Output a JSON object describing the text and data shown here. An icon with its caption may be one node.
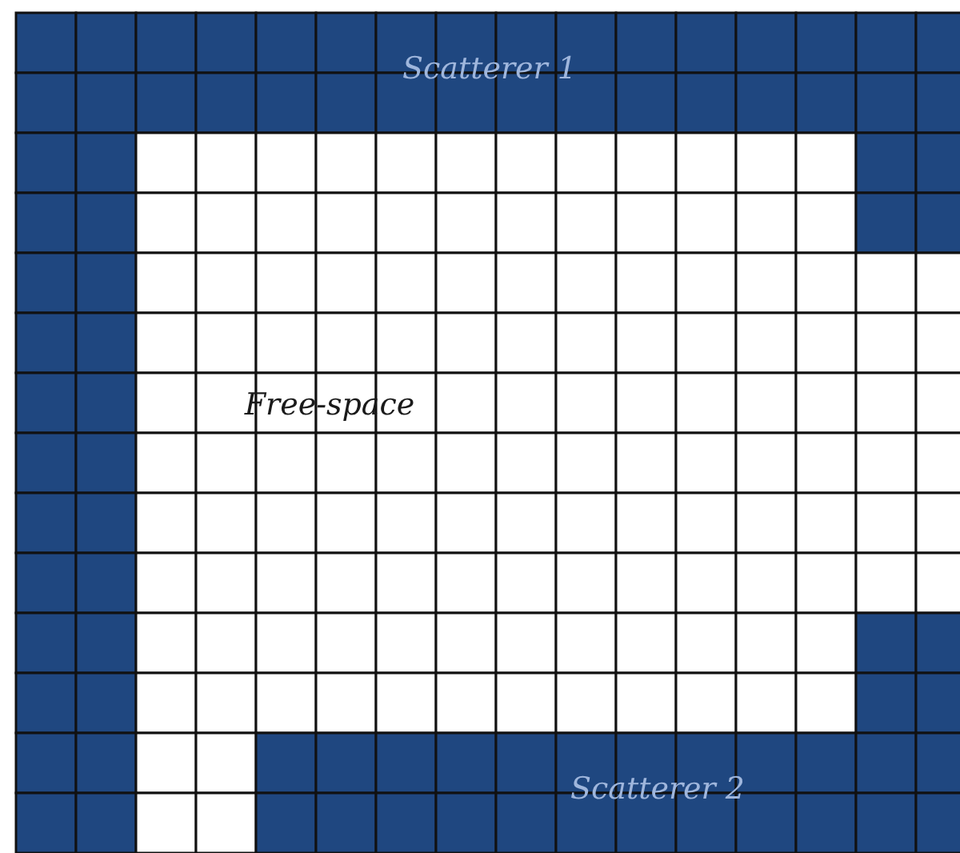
{
  "diagram": {
    "labels": [
      "Scatterer 1",
      "Free-space",
      "Scatterer 2"
    ]
  }
}
